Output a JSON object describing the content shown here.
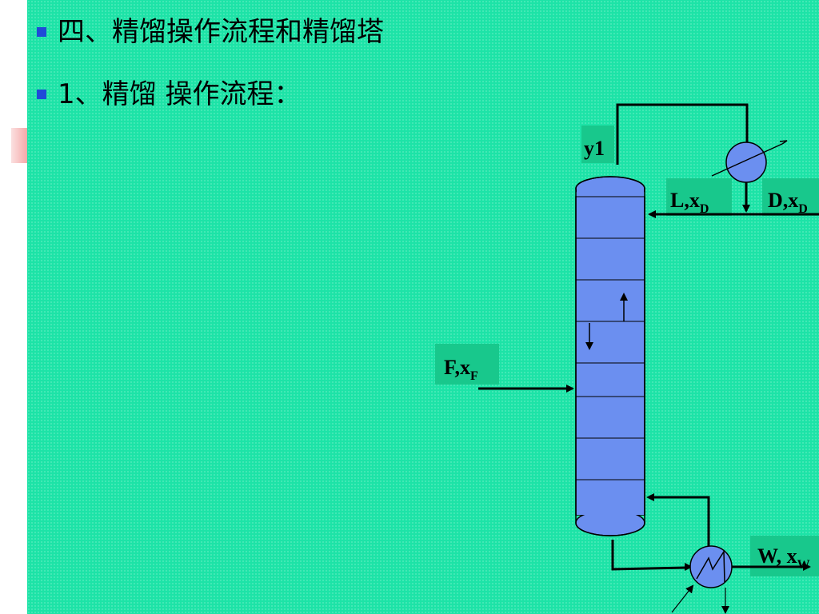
{
  "slide": {
    "bullets": [
      "四、精馏操作流程和精馏塔",
      "1、精馏 操作流程："
    ]
  },
  "diagram": {
    "labels": {
      "top_vapor": "y1",
      "reflux": "L,x",
      "reflux_sub": "D",
      "distillate": "D,x",
      "distillate_sub": "D",
      "feed": "F,x",
      "feed_sub": "F",
      "bottoms": "W, x",
      "bottoms_sub": "W"
    },
    "colors": {
      "background": "#1de3a7",
      "column_fill": "#6b8ff0",
      "bullet": "#1f4bd8",
      "label_box": "#18c88c"
    }
  }
}
